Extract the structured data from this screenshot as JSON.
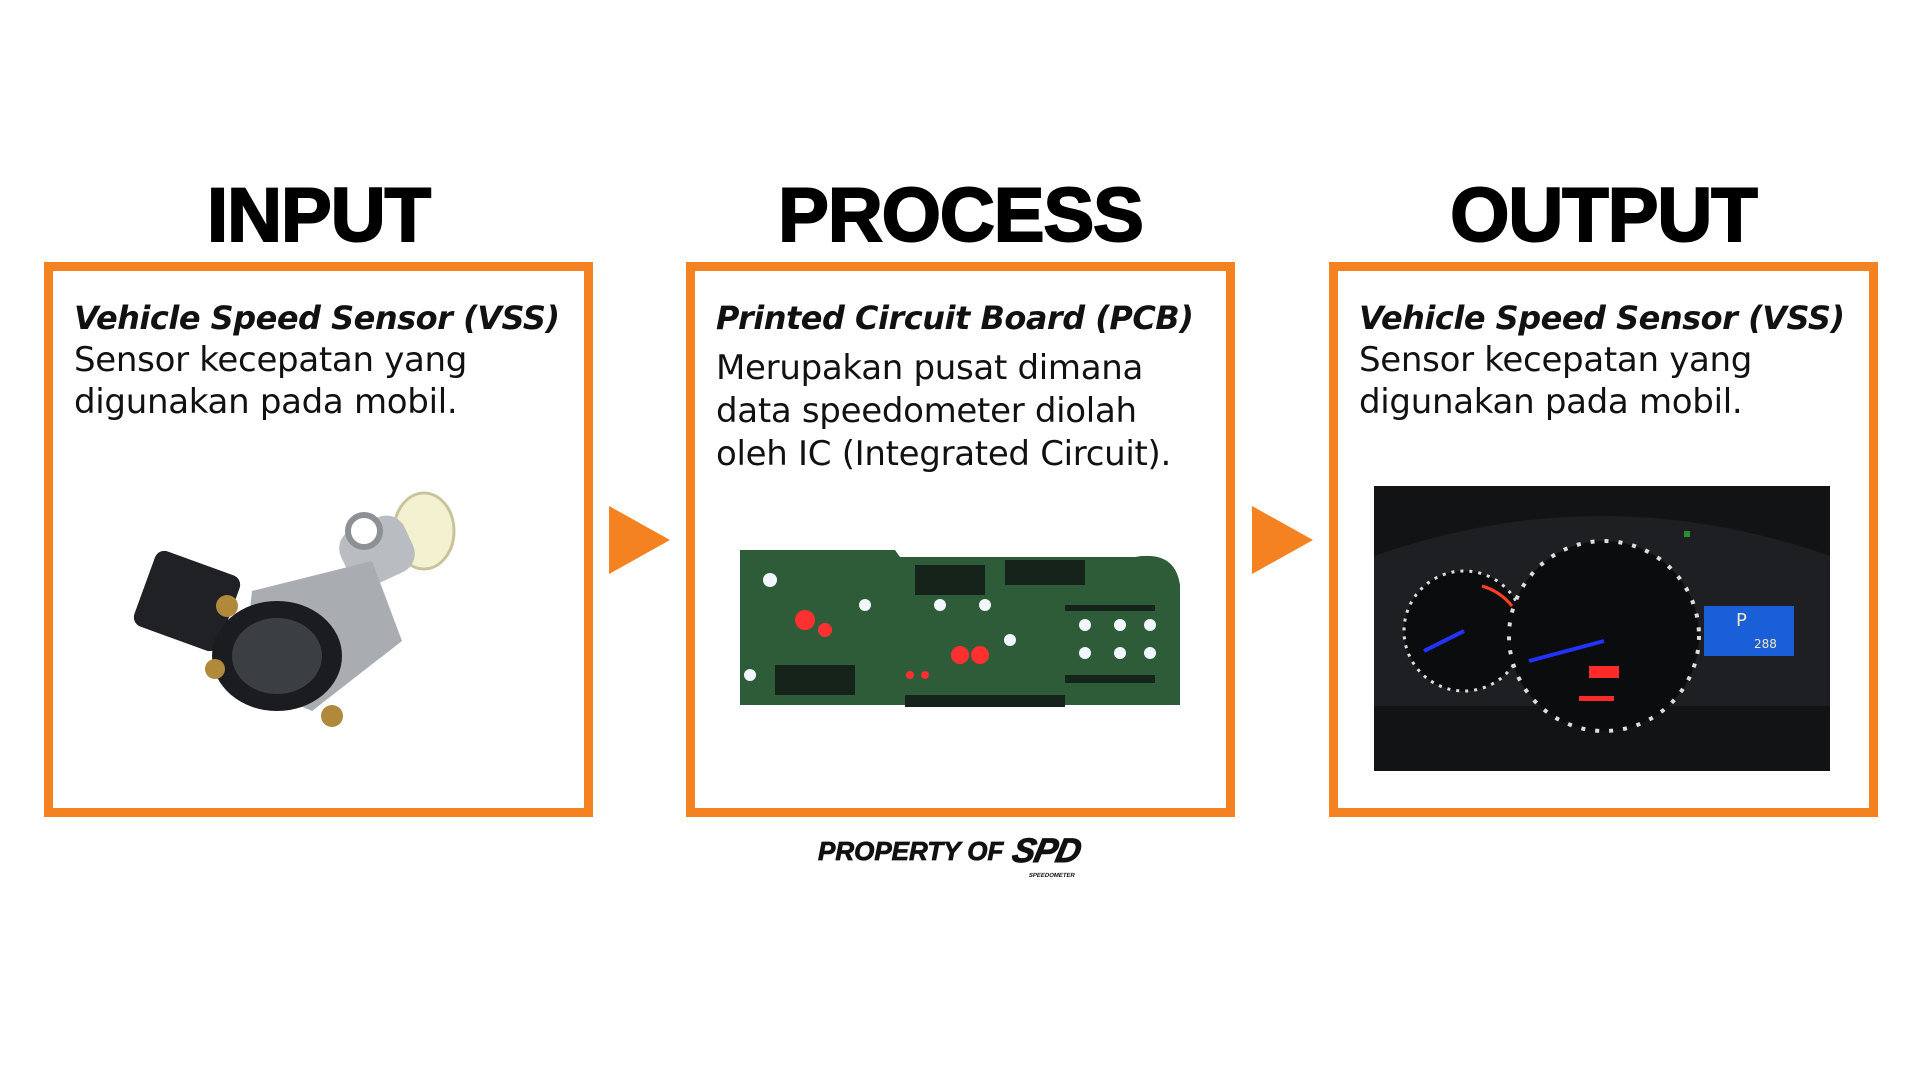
{
  "stages": [
    {
      "title": "INPUT",
      "heading": "Vehicle Speed Sensor (VSS)",
      "body": "Sensor kecepatan yang digunakan pada mobil.",
      "image": "vehicle-speed-sensor-photo"
    },
    {
      "title": "PROCESS",
      "heading": "Printed Circuit Board (PCB)",
      "body": "Merupakan pusat dimana data speedometer  diolah oleh IC (Integrated Circuit).",
      "image": "speedometer-pcb-photo"
    },
    {
      "title": "OUTPUT",
      "heading": "Vehicle Speed Sensor (VSS)",
      "body": "Sensor kecepatan yang digunakan pada mobil.",
      "image": "instrument-cluster-photo"
    }
  ],
  "footer": {
    "property_label": "PROPERTY OF",
    "logo_text": "SPD",
    "logo_subtext": "SPEEDOMETER"
  },
  "colors": {
    "accent": "#F58220"
  }
}
